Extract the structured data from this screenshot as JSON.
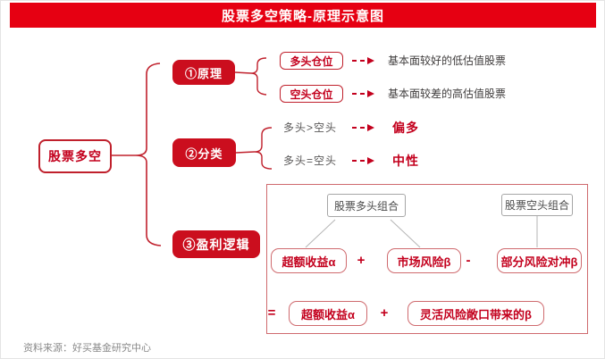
{
  "colors": {
    "banner_red": "#e60012",
    "box_red": "#cb0e1e",
    "border_red": "#c0202c",
    "text_red": "#c3001d",
    "container_border": "#cf6a6e",
    "gray_text": "#595757",
    "dark_text": "#3f3c3c",
    "label_border": "#a6a6a6",
    "source_gray": "#8a8a8a"
  },
  "title": "股票多空策略-原理示意图",
  "root": {
    "label": "股票多空"
  },
  "principle": {
    "label": "①原理",
    "rows": [
      {
        "position": "多头仓位",
        "description": "基本面较好的低估值股票"
      },
      {
        "position": "空头仓位",
        "description": "基本面较差的高估值股票"
      }
    ]
  },
  "classification": {
    "label": "②分类",
    "rows": [
      {
        "condition": "多头>空头",
        "result": "偏多"
      },
      {
        "condition": "多头=空头",
        "result": "中性"
      }
    ]
  },
  "profit_logic": {
    "label": "③盈利逻辑",
    "long_portfolio": "股票多头组合",
    "short_portfolio": "股票空头组合",
    "eq1": {
      "a": "超额收益α",
      "op1": "+",
      "b": "市场风险β",
      "op2": "-",
      "c": "部分风险对冲β"
    },
    "eq2": {
      "op0": "=",
      "a": "超额收益α",
      "op1": "+",
      "b": "灵活风险敞口带来的β"
    }
  },
  "source": "资料来源：好买基金研究中心"
}
